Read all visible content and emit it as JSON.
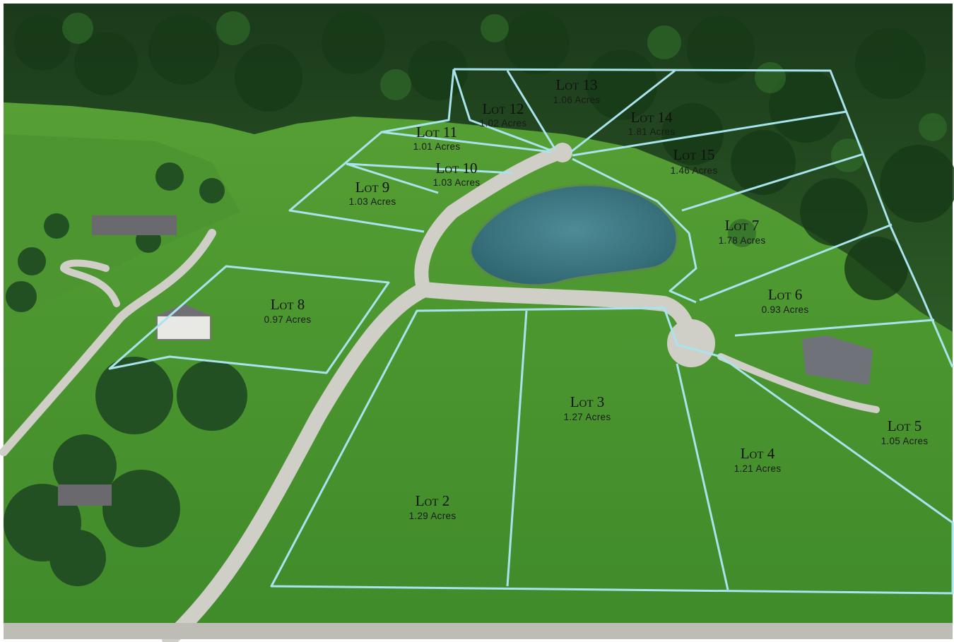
{
  "lots": [
    {
      "id": "lot-13",
      "name": "Lot 13",
      "acres": "1.06 Acres"
    },
    {
      "id": "lot-12",
      "name": "Lot 12",
      "acres": "1.02 Acres"
    },
    {
      "id": "lot-14",
      "name": "Lot 14",
      "acres": "1.81 Acres"
    },
    {
      "id": "lot-11",
      "name": "Lot 11",
      "acres": "1.01 Acres"
    },
    {
      "id": "lot-15",
      "name": "Lot 15",
      "acres": "1.46 Acres"
    },
    {
      "id": "lot-10",
      "name": "Lot 10",
      "acres": "1.03 Acres"
    },
    {
      "id": "lot-9",
      "name": "Lot 9",
      "acres": "1.03 Acres"
    },
    {
      "id": "lot-7",
      "name": "Lot 7",
      "acres": "1.78 Acres"
    },
    {
      "id": "lot-6",
      "name": "Lot 6",
      "acres": "0.93 Acres"
    },
    {
      "id": "lot-8",
      "name": "Lot 8",
      "acres": "0.97 Acres"
    },
    {
      "id": "lot-3",
      "name": "Lot 3",
      "acres": "1.27 Acres"
    },
    {
      "id": "lot-5",
      "name": "Lot 5",
      "acres": "1.05 Acres"
    },
    {
      "id": "lot-4",
      "name": "Lot 4",
      "acres": "1.21 Acres"
    },
    {
      "id": "lot-2",
      "name": "Lot 2",
      "acres": "1.29 Acres"
    }
  ],
  "colors": {
    "boundary": "#a9e4ee",
    "forest": "#1f4a1f",
    "grass": "#4f9a32",
    "road": "#cfcfc8",
    "pond": "#3f7a86"
  }
}
